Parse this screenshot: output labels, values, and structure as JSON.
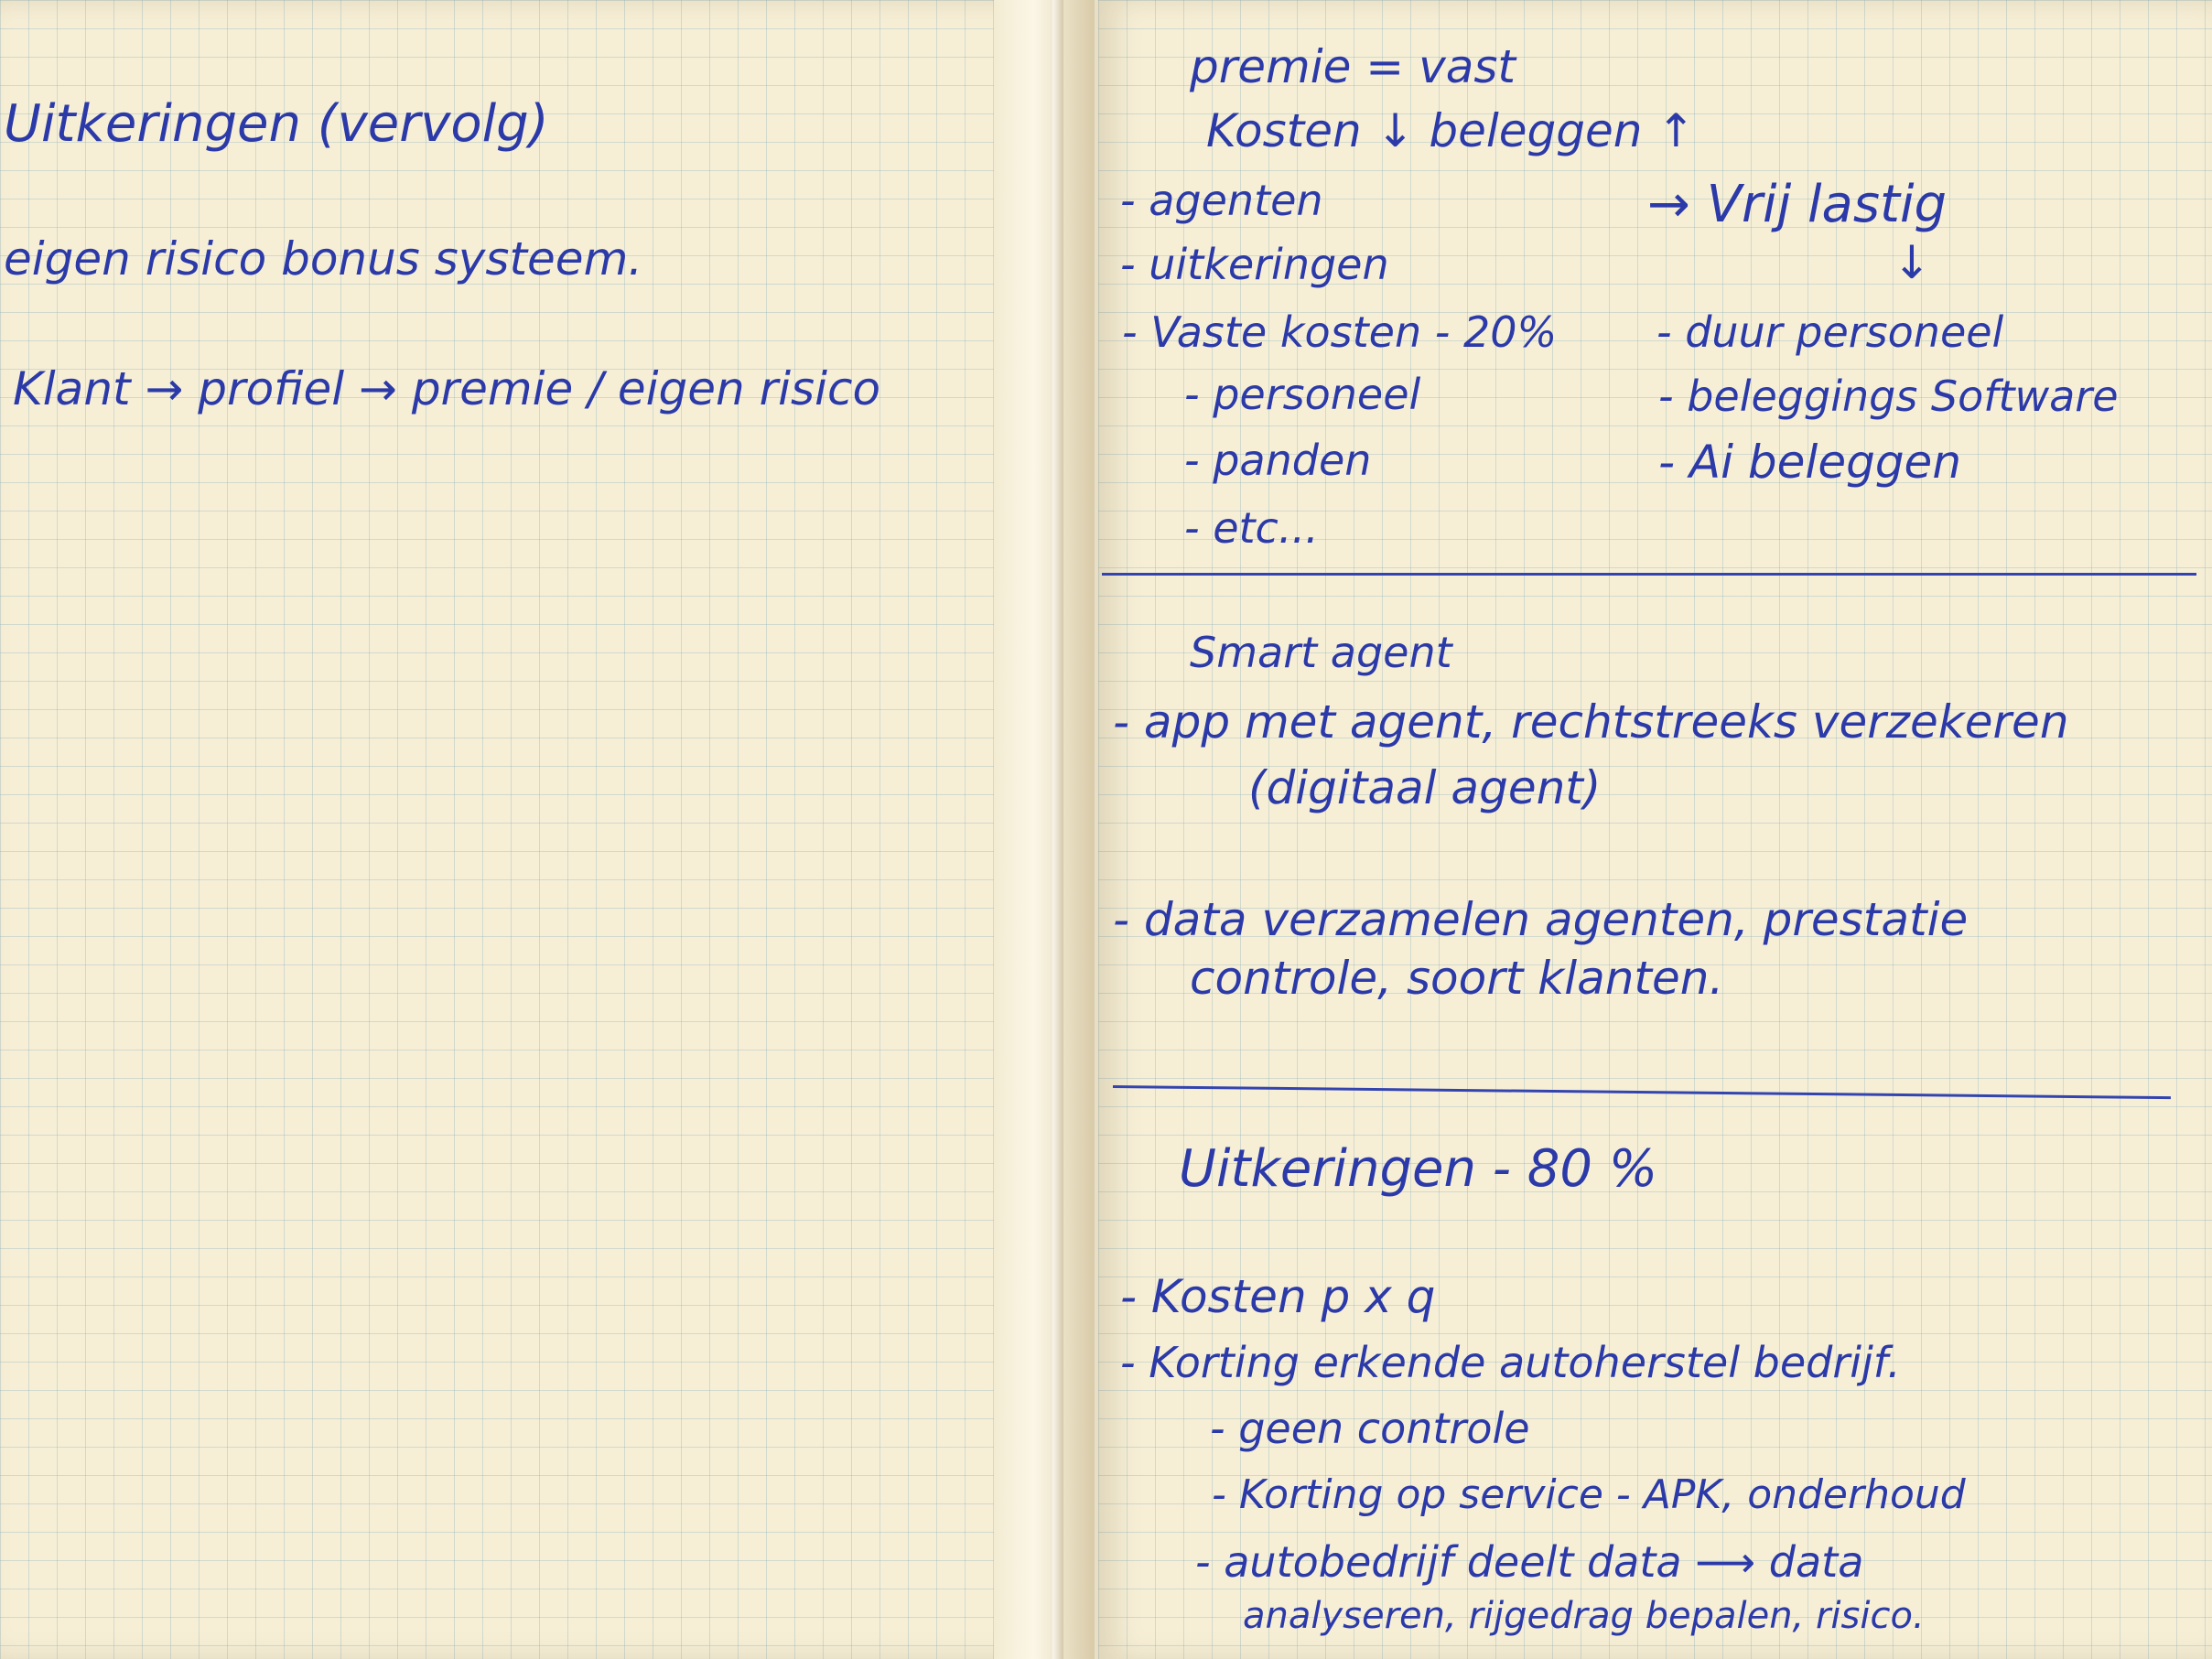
{
  "left_page": {
    "title": "Uitkeringen (vervolg)",
    "line_1": "eigen risico bonus systeem.",
    "line_2": "Klant → profiel → premie / eigen risico"
  },
  "right_page": {
    "section_1": {
      "heading_1": "premie = vast",
      "heading_2": "Kosten ↓ beleggen ↑",
      "left_items": [
        "- agenten",
        "- uitkeringen",
        "- Vaste kosten - 20%",
        "- personeel",
        "- panden",
        "- etc..."
      ],
      "arrow_note": "→ Vrij lastig",
      "down_arrow": "↓",
      "right_items": [
        "- duur personeel",
        "- beleggings Software",
        "- Ai beleggen"
      ]
    },
    "section_2": {
      "heading": "Smart agent",
      "bullet_1_line_1": "- app met agent, rechtstreeks verzekeren",
      "bullet_1_line_2": "(digitaal agent)",
      "bullet_2_line_1": "- data verzamelen agenten, prestatie",
      "bullet_2_line_2": "controle, soort klanten."
    },
    "section_3": {
      "heading": "Uitkeringen - 80 %",
      "lines": [
        "- Kosten p x q",
        "- Korting erkende autoherstel bedrijf.",
        "- geen controle",
        "- Korting op service - APK, onderhoud",
        "- autobedrijf deelt data ⟶ data",
        "analyseren, rijgedrag bepalen, risico."
      ]
    }
  }
}
